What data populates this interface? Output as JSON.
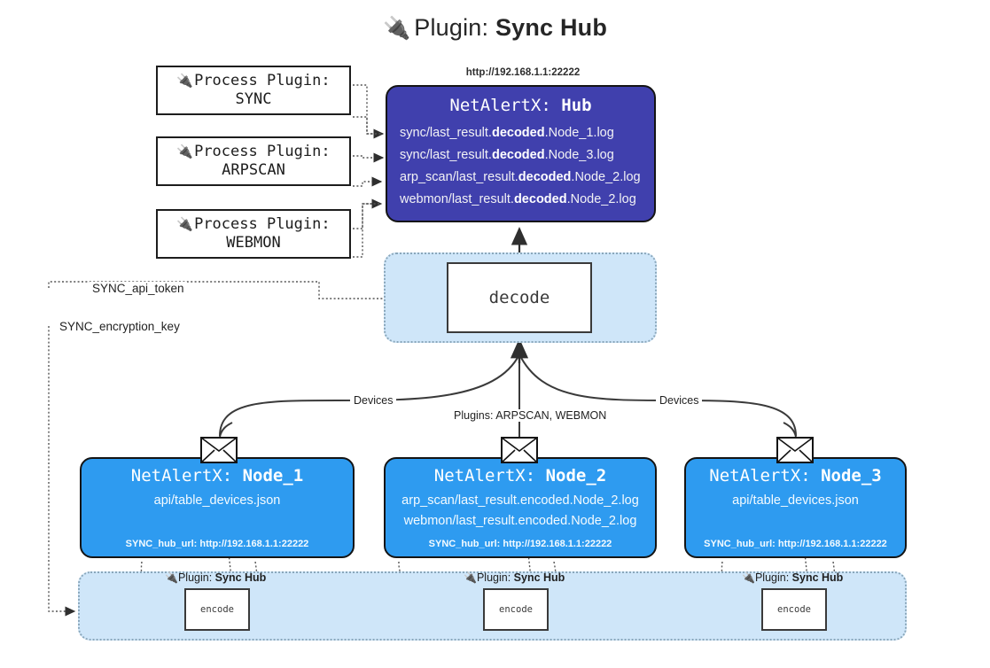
{
  "title": {
    "icon": "electric-plug-icon",
    "prefix": "Plugin:",
    "name": "Sync Hub"
  },
  "process_plugins": [
    {
      "icon": "electric-plug-icon",
      "label": "Process Plugin:",
      "name": "SYNC"
    },
    {
      "icon": "electric-plug-icon",
      "label": "Process Plugin:",
      "name": "ARPSCAN"
    },
    {
      "icon": "electric-plug-icon",
      "label": "Process Plugin:",
      "name": "WEBMON"
    }
  ],
  "hub": {
    "url": "http://192.168.1.1:22222",
    "title_prefix": "NetAlertX:",
    "title_name": "Hub",
    "logs": [
      {
        "pre": "sync/last_result.",
        "mid": "decoded",
        "post": ".Node_1.log"
      },
      {
        "pre": "sync/last_result.",
        "mid": "decoded",
        "post": ".Node_3.log"
      },
      {
        "pre": "arp_scan/last_result.",
        "mid": "decoded",
        "post": ".Node_2.log"
      },
      {
        "pre": "webmon/last_result.",
        "mid": "decoded",
        "post": ".Node_2.log"
      }
    ]
  },
  "decode": {
    "label": "decode"
  },
  "keys": {
    "api_token": "SYNC_api_token",
    "encryption_key": "SYNC_encryption_key"
  },
  "edge_labels": {
    "devices_left": "Devices",
    "plugins_center": "Plugins: ARPSCAN, WEBMON",
    "devices_right": "Devices"
  },
  "nodes": [
    {
      "title_prefix": "NetAlertX:",
      "title_name": "Node_1",
      "lines": [
        "api/table_devices.json"
      ],
      "footer": "SYNC_hub_url: http://192.168.1.1:22222",
      "envelope_icon": "envelope-icon"
    },
    {
      "title_prefix": "NetAlertX:",
      "title_name": "Node_2",
      "lines": [
        "arp_scan/last_result.encoded.Node_2.log",
        "webmon/last_result.encoded.Node_2.log"
      ],
      "footer": "SYNC_hub_url: http://192.168.1.1:22222",
      "envelope_icon": "envelope-icon"
    },
    {
      "title_prefix": "NetAlertX:",
      "title_name": "Node_3",
      "lines": [
        "api/table_devices.json"
      ],
      "footer": "SYNC_hub_url: http://192.168.1.1:22222",
      "envelope_icon": "envelope-icon"
    }
  ],
  "encoders": [
    {
      "caption_icon": "electric-plug-icon",
      "caption_prefix": "Plugin:",
      "caption_name": "Sync Hub",
      "label": "encode"
    },
    {
      "caption_icon": "electric-plug-icon",
      "caption_prefix": "Plugin:",
      "caption_name": "Sync Hub",
      "label": "encode"
    },
    {
      "caption_icon": "electric-plug-icon",
      "caption_prefix": "Plugin:",
      "caption_name": "Sync Hub",
      "label": "encode"
    }
  ],
  "colors": {
    "hub_fill": "#4040ad",
    "node_fill": "#2e9bf0",
    "pool_fill": "#cfe6f9",
    "stroke": "#141414"
  }
}
